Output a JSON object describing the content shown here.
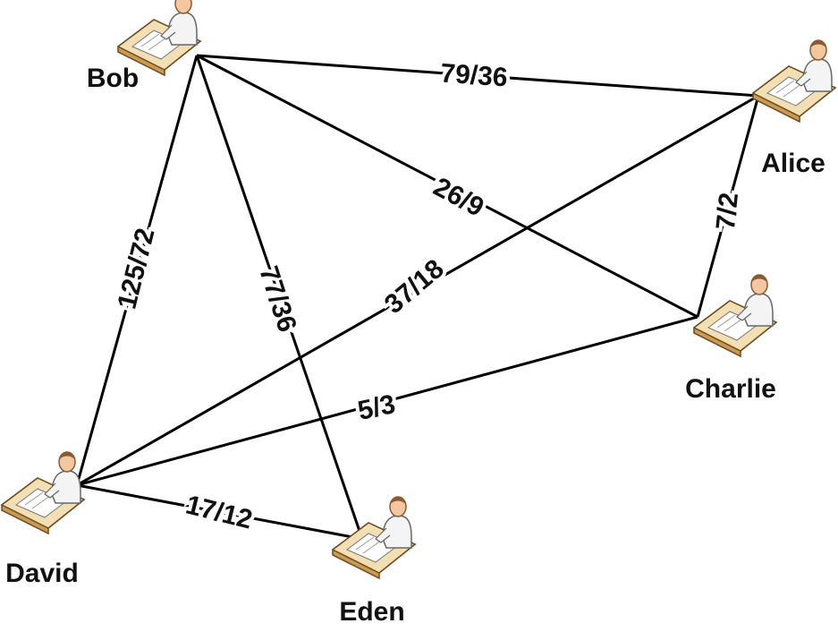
{
  "nodes": [
    {
      "id": "bob",
      "label": "Bob"
    },
    {
      "id": "alice",
      "label": "Alice"
    },
    {
      "id": "charlie",
      "label": "Charlie"
    },
    {
      "id": "david",
      "label": "David"
    },
    {
      "id": "eden",
      "label": "Eden"
    }
  ],
  "edges": [
    {
      "from": "bob",
      "to": "alice",
      "label": "79/36"
    },
    {
      "from": "bob",
      "to": "charlie",
      "label": "26/9"
    },
    {
      "from": "bob",
      "to": "david",
      "label": "125/72"
    },
    {
      "from": "bob",
      "to": "eden",
      "label": "77/36"
    },
    {
      "from": "alice",
      "to": "charlie",
      "label": "7/2"
    },
    {
      "from": "alice",
      "to": "david",
      "label": "37/18"
    },
    {
      "from": "charlie",
      "to": "david",
      "label": "5/3"
    },
    {
      "from": "david",
      "to": "eden",
      "label": "17/12"
    }
  ],
  "colors": {
    "desk_top": "#f2dfb4",
    "desk_side": "#c99a52",
    "paper": "#ffffff",
    "person_skin": "#f3c7a0",
    "person_body": "#f4f4f4",
    "edge": "#000000"
  }
}
